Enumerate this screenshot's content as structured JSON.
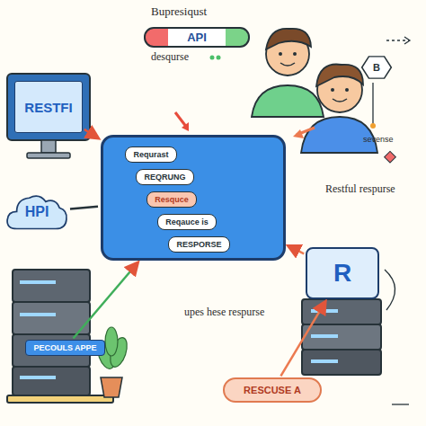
{
  "diagram": {
    "nodes": [
      {
        "text": [
          "API"
        ]
      },
      {
        "text": [
          "B"
        ]
      },
      {
        "text": [
          "RESTFI"
        ]
      },
      {
        "text": []
      },
      {
        "text": [
          "Requrast"
        ],
        "in": 3
      },
      {
        "text": [
          "REQRUNG"
        ],
        "in": 3
      },
      {
        "text": [
          "Resquce"
        ],
        "in": 3
      },
      {
        "text": [
          "Reqauce is"
        ],
        "in": 3
      },
      {
        "text": [
          "RESPORSE"
        ],
        "in": 3
      },
      {
        "text": [
          "HPI"
        ]
      },
      {
        "text": [
          "R"
        ]
      },
      {
        "text": [
          "PECOULS APPE"
        ]
      },
      {
        "text": [
          "RESCUSE A"
        ]
      }
    ],
    "edges": [
      {
        "from": 2,
        "to": 3,
        "arrow": "to"
      },
      {
        "from": 9,
        "to": 3,
        "arrow": "none"
      },
      {
        "from": 10,
        "to": 3,
        "arrow": "to"
      },
      {
        "from": 11,
        "to": 3,
        "arrow": "to"
      },
      {
        "from": 12,
        "to": 10,
        "arrow": "to"
      }
    ],
    "labels": [
      "Bupresiqust",
      "desqurse",
      "sevense",
      "Restful respurse",
      "upes hese respurse"
    ]
  }
}
